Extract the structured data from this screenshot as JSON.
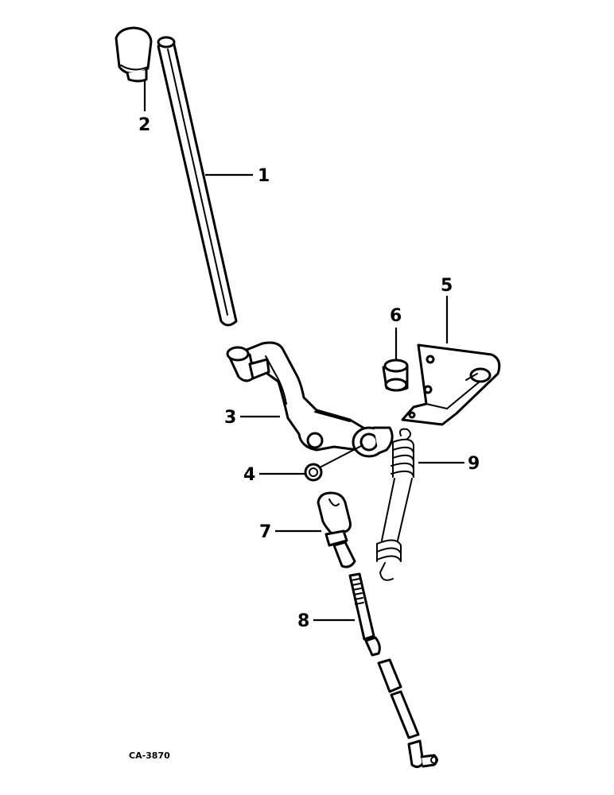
{
  "diagram": {
    "callouts": [
      {
        "id": "1",
        "label": "1"
      },
      {
        "id": "2",
        "label": "2"
      },
      {
        "id": "3",
        "label": "3"
      },
      {
        "id": "4",
        "label": "4"
      },
      {
        "id": "5",
        "label": "5"
      },
      {
        "id": "6",
        "label": "6"
      },
      {
        "id": "7",
        "label": "7"
      },
      {
        "id": "8",
        "label": "8"
      },
      {
        "id": "9",
        "label": "9"
      }
    ],
    "figure_code": "CA-3870"
  }
}
